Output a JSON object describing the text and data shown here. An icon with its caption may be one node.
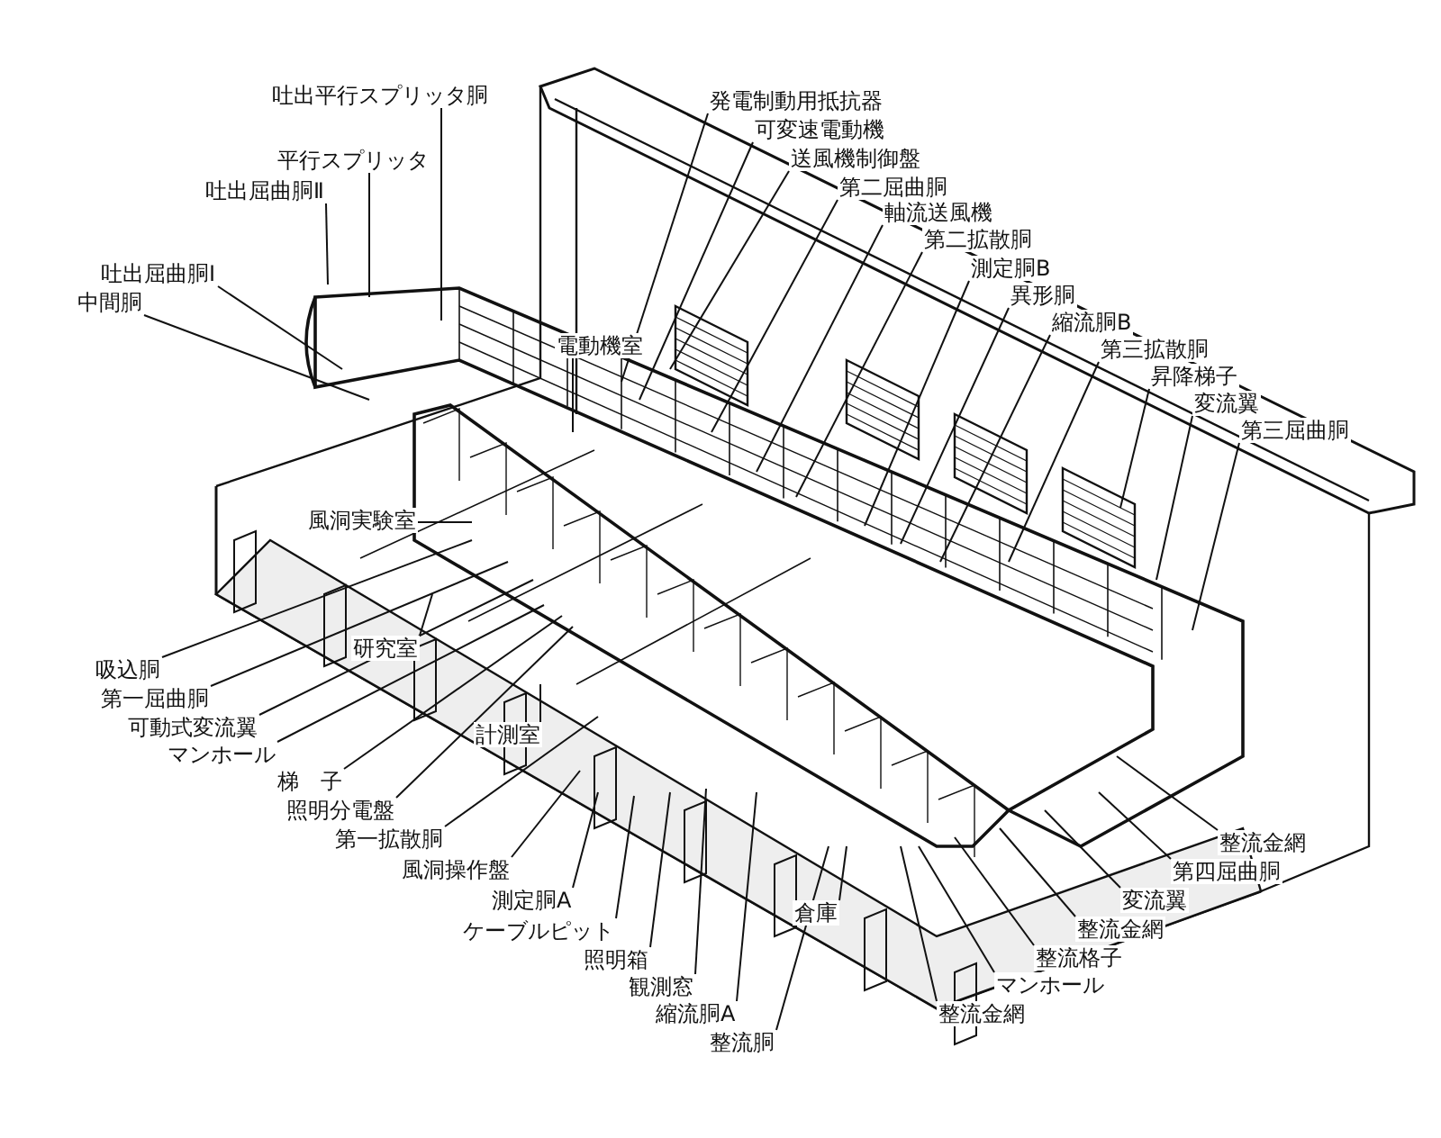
{
  "diagram": {
    "nodes": [
      {
        "text": [
          "吐出平行スプリッタ胴"
        ]
      },
      {
        "text": [
          "平行スプリッタ"
        ]
      },
      {
        "text": [
          "吐出屈曲胴Ⅱ"
        ]
      },
      {
        "text": [
          "吐出屈曲胴Ⅰ"
        ]
      },
      {
        "text": [
          "中間胴"
        ]
      },
      {
        "text": [
          "発電制動用抵抗器"
        ]
      },
      {
        "text": [
          "可変速電動機"
        ]
      },
      {
        "text": [
          "送風機制御盤"
        ]
      },
      {
        "text": [
          "第二屈曲胴"
        ]
      },
      {
        "text": [
          "軸流送風機"
        ]
      },
      {
        "text": [
          "第二拡散胴"
        ]
      },
      {
        "text": [
          "測定胴B"
        ]
      },
      {
        "text": [
          "異形胴"
        ]
      },
      {
        "text": [
          "縮流胴B"
        ]
      },
      {
        "text": [
          "第三拡散胴"
        ]
      },
      {
        "text": [
          "昇降梯子"
        ]
      },
      {
        "text": [
          "変流翼"
        ]
      },
      {
        "text": [
          "第三屈曲胴"
        ]
      },
      {
        "text": [
          "電動機室"
        ]
      },
      {
        "text": [
          "風洞実験室"
        ]
      },
      {
        "text": [
          "吸込胴"
        ]
      },
      {
        "text": [
          "第一屈曲胴"
        ]
      },
      {
        "text": [
          "可動式変流翼"
        ]
      },
      {
        "text": [
          "研究室"
        ]
      },
      {
        "text": [
          "マンホール"
        ]
      },
      {
        "text": [
          "梯　子"
        ]
      },
      {
        "text": [
          "照明分電盤"
        ]
      },
      {
        "text": [
          "計測室"
        ]
      },
      {
        "text": [
          "第一拡散胴"
        ]
      },
      {
        "text": [
          "風洞操作盤"
        ]
      },
      {
        "text": [
          "測定胴A"
        ]
      },
      {
        "text": [
          "ケーブルピット"
        ]
      },
      {
        "text": [
          "照明箱"
        ]
      },
      {
        "text": [
          "観測窓"
        ]
      },
      {
        "text": [
          "縮流胴A"
        ]
      },
      {
        "text": [
          "倉庫"
        ]
      },
      {
        "text": [
          "整流胴"
        ]
      },
      {
        "text": [
          "整流金網"
        ]
      },
      {
        "text": [
          "第四屈曲胴"
        ]
      },
      {
        "text": [
          "変流翼"
        ]
      },
      {
        "text": [
          "整流金網"
        ]
      },
      {
        "text": [
          "整流格子"
        ]
      },
      {
        "text": [
          "マンホール"
        ]
      },
      {
        "text": [
          "整流金網"
        ]
      }
    ],
    "edges": [
      {
        "from": 0,
        "to": null,
        "arrow": "none"
      },
      {
        "from": 1,
        "to": null,
        "arrow": "none"
      },
      {
        "from": 2,
        "to": null,
        "arrow": "none"
      },
      {
        "from": 3,
        "to": null,
        "arrow": "none"
      },
      {
        "from": 4,
        "to": null,
        "arrow": "none"
      },
      {
        "from": 5,
        "to": null,
        "arrow": "none"
      },
      {
        "from": 6,
        "to": null,
        "arrow": "none"
      },
      {
        "from": 7,
        "to": null,
        "arrow": "none"
      },
      {
        "from": 8,
        "to": null,
        "arrow": "none"
      },
      {
        "from": 9,
        "to": null,
        "arrow": "none"
      },
      {
        "from": 10,
        "to": null,
        "arrow": "none"
      },
      {
        "from": 11,
        "to": null,
        "arrow": "none"
      },
      {
        "from": 12,
        "to": null,
        "arrow": "none"
      },
      {
        "from": 13,
        "to": null,
        "arrow": "none"
      },
      {
        "from": 14,
        "to": null,
        "arrow": "none"
      },
      {
        "from": 15,
        "to": null,
        "arrow": "none"
      },
      {
        "from": 16,
        "to": null,
        "arrow": "none"
      },
      {
        "from": 17,
        "to": null,
        "arrow": "none"
      },
      {
        "from": 18,
        "to": null,
        "arrow": "none"
      },
      {
        "from": 19,
        "to": null,
        "arrow": "none"
      },
      {
        "from": 20,
        "to": null,
        "arrow": "none"
      },
      {
        "from": 21,
        "to": null,
        "arrow": "none"
      },
      {
        "from": 22,
        "to": null,
        "arrow": "none"
      },
      {
        "from": 23,
        "to": null,
        "arrow": "none"
      },
      {
        "from": 24,
        "to": null,
        "arrow": "none"
      },
      {
        "from": 25,
        "to": null,
        "arrow": "none"
      },
      {
        "from": 26,
        "to": null,
        "arrow": "none"
      },
      {
        "from": 27,
        "to": null,
        "arrow": "none"
      },
      {
        "from": 28,
        "to": null,
        "arrow": "none"
      },
      {
        "from": 29,
        "to": null,
        "arrow": "none"
      },
      {
        "from": 30,
        "to": null,
        "arrow": "none"
      },
      {
        "from": 31,
        "to": null,
        "arrow": "none"
      },
      {
        "from": 32,
        "to": null,
        "arrow": "none"
      },
      {
        "from": 33,
        "to": null,
        "arrow": "none"
      },
      {
        "from": 34,
        "to": null,
        "arrow": "none"
      },
      {
        "from": 35,
        "to": null,
        "arrow": "none"
      },
      {
        "from": 36,
        "to": null,
        "arrow": "none"
      },
      {
        "from": 37,
        "to": null,
        "arrow": "none"
      },
      {
        "from": 38,
        "to": null,
        "arrow": "none"
      },
      {
        "from": 39,
        "to": null,
        "arrow": "none"
      },
      {
        "from": 40,
        "to": null,
        "arrow": "none"
      },
      {
        "from": 41,
        "to": null,
        "arrow": "none"
      },
      {
        "from": 42,
        "to": null,
        "arrow": "none"
      },
      {
        "from": 43,
        "to": null,
        "arrow": "none"
      }
    ]
  }
}
